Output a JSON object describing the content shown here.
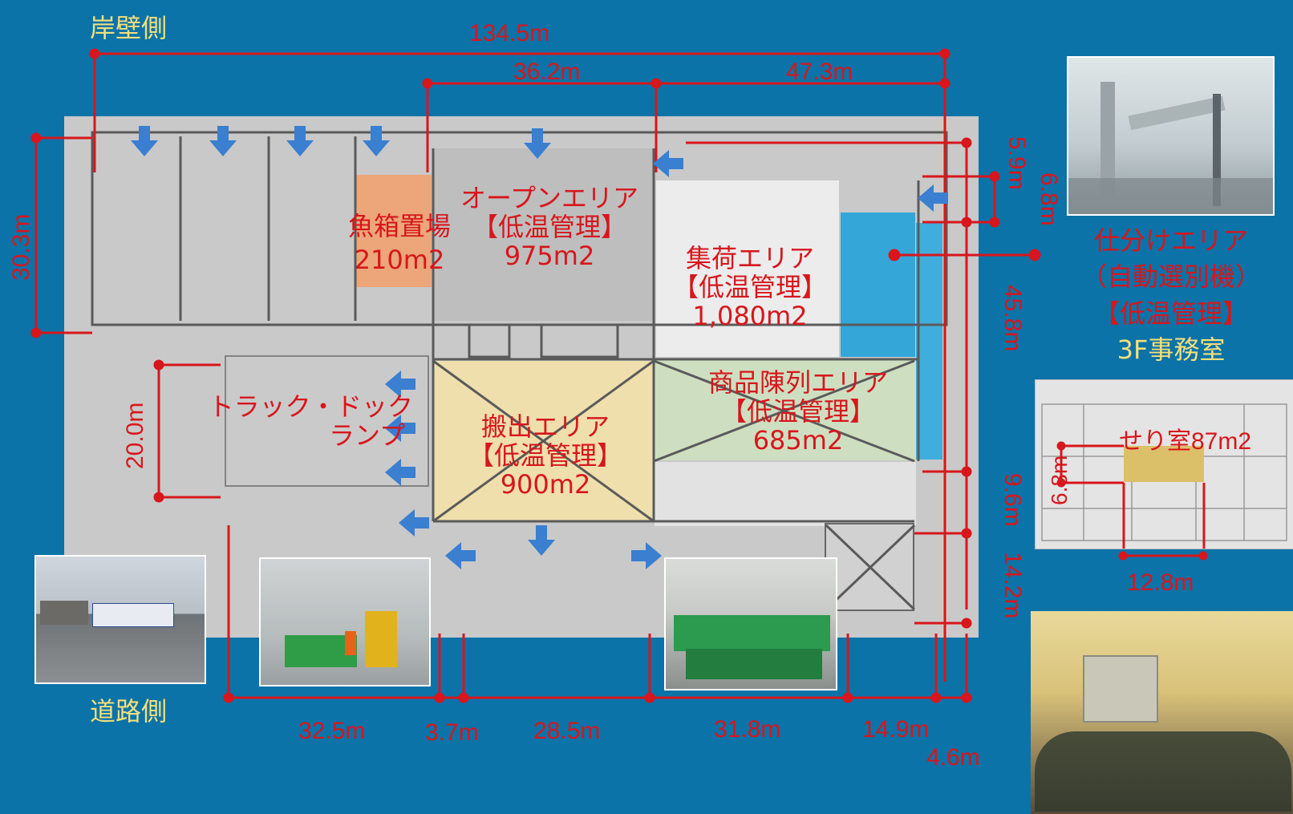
{
  "side_labels": {
    "quay_side": "岸壁側",
    "road_side": "道路側"
  },
  "dimensions": {
    "total_width": "134.5m",
    "top_a": "36.2m",
    "top_b": "47.3m",
    "right_a": "5.9m",
    "right_b": "6.8m",
    "right_long": "45.8m",
    "left_height": "30.3m",
    "dock_height": "20.0m",
    "right_c": "9.6m",
    "right_d": "14.2m",
    "bottom": [
      "32.5m",
      "3.7m",
      "28.5m",
      "31.8m",
      "14.9m",
      "4.6m"
    ]
  },
  "areas": {
    "fishbox": {
      "name": "魚箱置場",
      "size": "210m2"
    },
    "open": {
      "name": "オープンエリア",
      "control": "【低温管理】",
      "size": "975m2"
    },
    "collection": {
      "name": "集荷エリア",
      "control": "【低温管理】",
      "size": "1,080m2"
    },
    "display": {
      "name": "商品陳列エリア",
      "control": "【低温管理】",
      "size": "685m2"
    },
    "shipping": {
      "name": "搬出エリア",
      "control": "【低温管理】",
      "size": "900m2"
    },
    "dock": {
      "line1": "トラック・ドック",
      "line2": "ランプ"
    }
  },
  "sorting_callout": {
    "line1": "仕分けエリア",
    "line2": "（自動選別機）",
    "line3": "【低温管理】",
    "line4": "3F事務室"
  },
  "auction_inset": {
    "label": "せり室87m2",
    "height": "6.8m",
    "width": "12.8m"
  },
  "colors": {
    "background": "#0b73a8",
    "dim_red": "#d8161c",
    "yellow_text": "#f3df7a",
    "arrow_blue": "#3a7fd0"
  }
}
